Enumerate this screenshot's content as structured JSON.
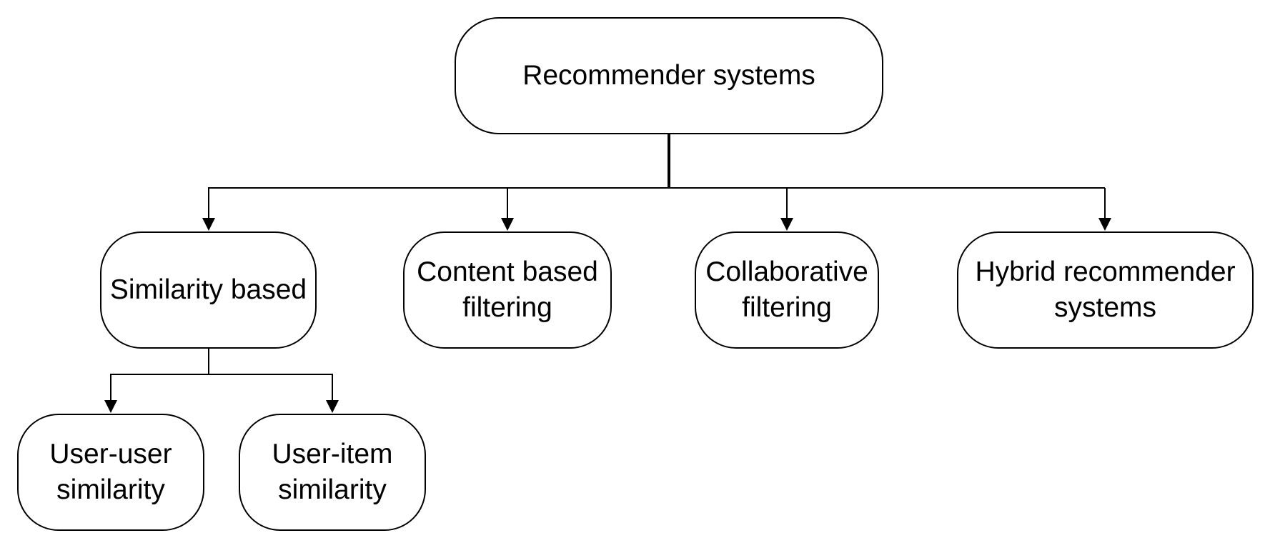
{
  "diagram": {
    "root": {
      "label": "Recommender systems"
    },
    "categories": [
      {
        "label": "Similarity based"
      },
      {
        "label": "Content based\nfiltering"
      },
      {
        "label": "Collaborative\nfiltering"
      },
      {
        "label": "Hybrid recommender\nsystems"
      }
    ],
    "similarity_children": [
      {
        "label": "User-user\nsimilarity"
      },
      {
        "label": "User-item\nsimilarity"
      }
    ],
    "colors": {
      "stroke": "#000000",
      "fill": "#ffffff"
    }
  }
}
